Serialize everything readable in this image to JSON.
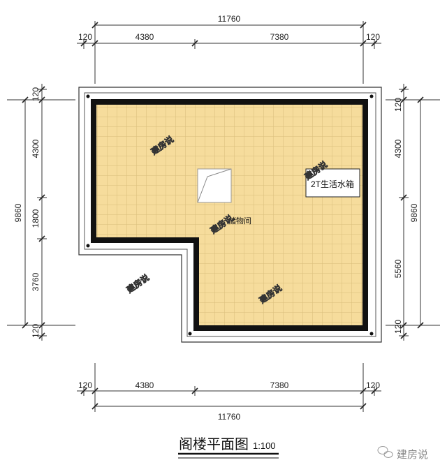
{
  "plan": {
    "title": "阁楼平面图",
    "scale": "1:100",
    "room_label": "储物间",
    "tank_label": "2T生活水箱",
    "watermark": "建房说",
    "colors": {
      "floor": "#f6dc9c",
      "grid": "#d8bd7a",
      "wall": "#111111"
    }
  },
  "dimensions": {
    "top_total": "11760",
    "top_segments": [
      "120",
      "4380",
      "7380",
      "120"
    ],
    "bottom_total": "11760",
    "bottom_segments": [
      "120",
      "4380",
      "7380",
      "120"
    ],
    "left_total": "9860",
    "left_segments": [
      "120",
      "4300",
      "1800",
      "3760",
      "120"
    ],
    "right_total": "9860",
    "right_segments": [
      "120",
      "4300",
      "5560",
      "120"
    ]
  },
  "footer": {
    "logo_icon": "wechat-icon",
    "brand": "建房说"
  }
}
